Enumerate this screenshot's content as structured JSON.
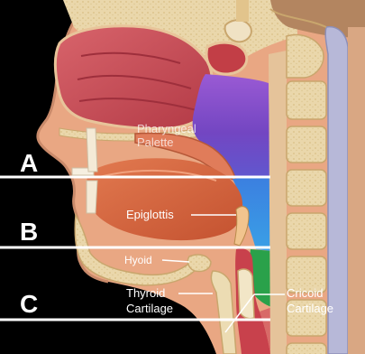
{
  "sections": [
    {
      "letter": "A"
    },
    {
      "letter": "B"
    },
    {
      "letter": "C"
    }
  ],
  "labels": {
    "pharyngeal_line1": "Pharyngeal",
    "pharyngeal_line2": "Palette",
    "epiglottis": "Epiglottis",
    "hyoid": "Hyoid",
    "thyroid_line1": "Thyroid",
    "thyroid_line2": "Cartilage",
    "cricoid_line1": "Cricoid",
    "cricoid_line2": "Cartilage"
  },
  "colors": {
    "background": "#000000",
    "skin": "#e9a783",
    "nasal": "#c84a55",
    "pharynx": "#8a4fc7",
    "oropharynx": "#2f7fd6",
    "larynx": "#2aa14a",
    "tongue": "#d9653f",
    "bone": "#e8d3a6",
    "section_line": "#ffffff"
  }
}
